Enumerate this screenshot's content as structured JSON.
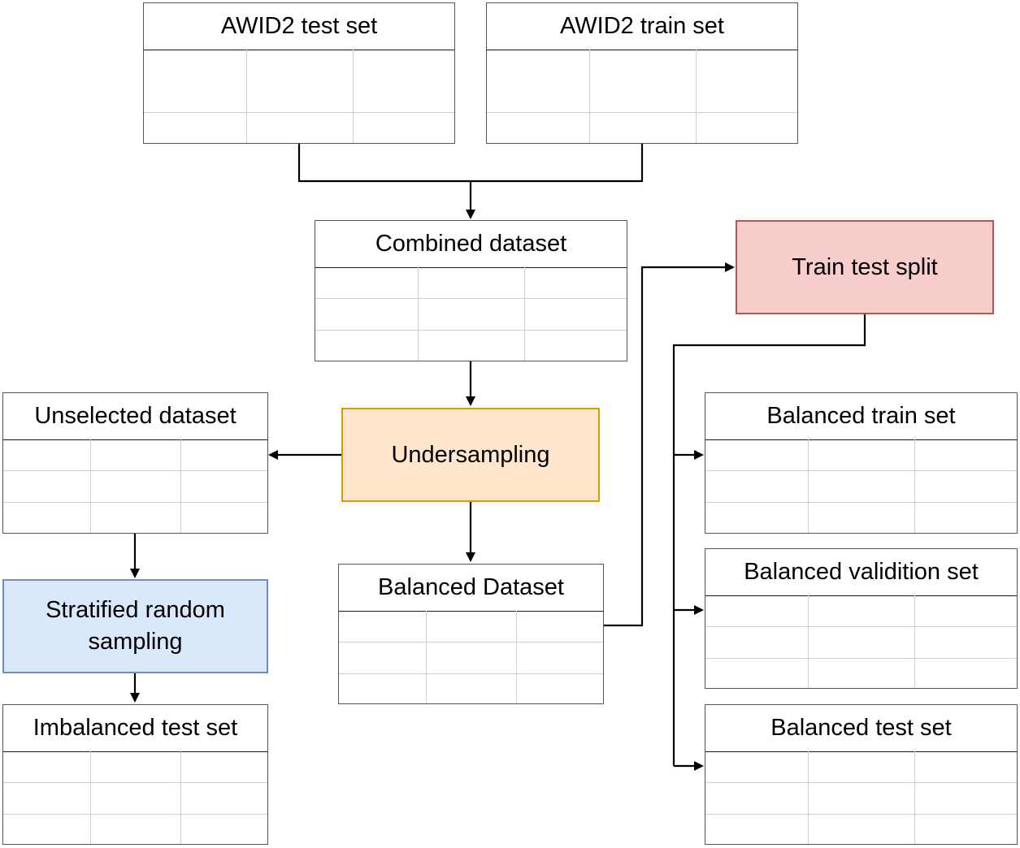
{
  "nodes": {
    "awid2_test": {
      "label": "AWID2 test set"
    },
    "awid2_train": {
      "label": "AWID2 train set"
    },
    "combined": {
      "label": "Combined dataset"
    },
    "train_test_split": {
      "label": "Train test split",
      "fill": "#f8cecc",
      "stroke": "#b85450"
    },
    "unselected": {
      "label": "Unselected dataset"
    },
    "undersampling": {
      "label": "Undersampling",
      "fill": "#ffe6cc",
      "stroke": "#d79b00"
    },
    "balanced_dataset": {
      "label": "Balanced Dataset"
    },
    "stratified": {
      "label": "Stratified random sampling",
      "fill": "#dae8fc",
      "stroke": "#6c8ebf"
    },
    "imbalanced_test": {
      "label": "Imbalanced test set"
    },
    "balanced_train": {
      "label": "Balanced train set"
    },
    "balanced_valid": {
      "label": "Balanced validition set"
    },
    "balanced_test": {
      "label": "Balanced test set"
    }
  },
  "edges": [
    {
      "from": "awid2_test",
      "to": "combined"
    },
    {
      "from": "awid2_train",
      "to": "combined"
    },
    {
      "from": "combined",
      "to": "undersampling"
    },
    {
      "from": "undersampling",
      "to": "unselected"
    },
    {
      "from": "undersampling",
      "to": "balanced_dataset"
    },
    {
      "from": "balanced_dataset",
      "to": "train_test_split"
    },
    {
      "from": "train_test_split",
      "to": "balanced_train"
    },
    {
      "from": "train_test_split",
      "to": "balanced_valid"
    },
    {
      "from": "train_test_split",
      "to": "balanced_test"
    },
    {
      "from": "unselected",
      "to": "stratified"
    },
    {
      "from": "stratified",
      "to": "imbalanced_test"
    }
  ]
}
